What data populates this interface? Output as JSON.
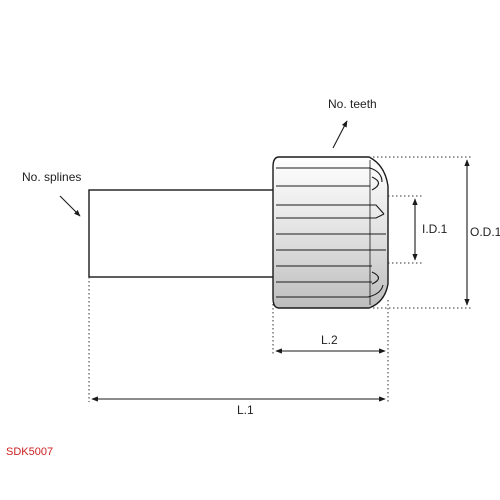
{
  "labels": {
    "teeth": "No. teeth",
    "splines": "No. splines",
    "id1": "I.D.1",
    "od1": "O.D.1",
    "l2": "L.2",
    "l1": "L.1"
  },
  "part_code": "SDK5007",
  "colors": {
    "line": "#1a1a1a",
    "gear_shade_light": "#ffffff",
    "gear_shade_dark": "#c4c4c4",
    "part_code": "#cc1f1f"
  }
}
